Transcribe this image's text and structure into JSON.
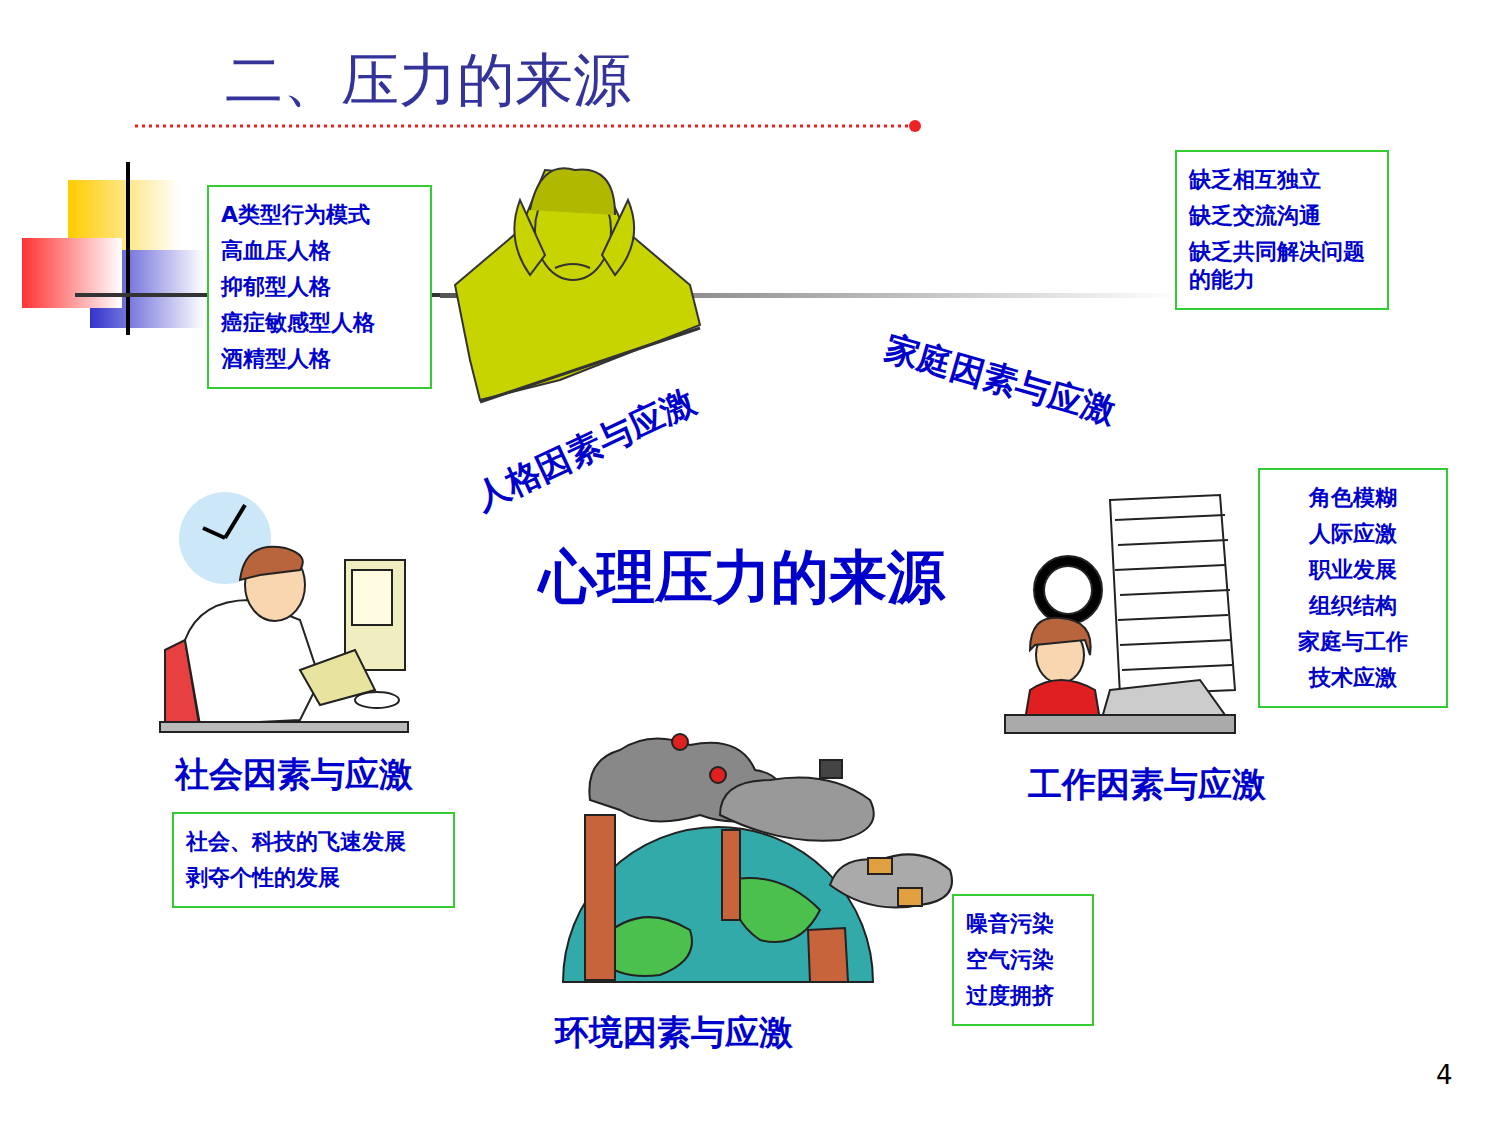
{
  "diagram": {
    "title": "二、压力的来源",
    "nodes": [
      {
        "text": [
          "A类型行为模式",
          "高血压人格",
          "抑郁型人格",
          "癌症敏感型人格",
          "酒精型人格"
        ]
      },
      {
        "text": [
          "缺乏相互独立",
          "缺乏交流沟通",
          "缺乏共同解决问题的能力"
        ]
      },
      {
        "text": [
          "角色模糊",
          "人际应激",
          "职业发展",
          "组织结构",
          "家庭与工作",
          "技术应激"
        ]
      },
      {
        "text": [
          "社会、科技的飞速发展",
          "剥夺个性的发展"
        ]
      },
      {
        "text": [
          "噪音污染",
          "空气污染",
          "过度拥挤"
        ]
      }
    ],
    "labels": [
      "人格因素与应激",
      "家庭因素与应激",
      "心理压力的来源",
      "社会因素与应激",
      "工作因素与应激",
      "环境因素与应激",
      "4"
    ]
  }
}
